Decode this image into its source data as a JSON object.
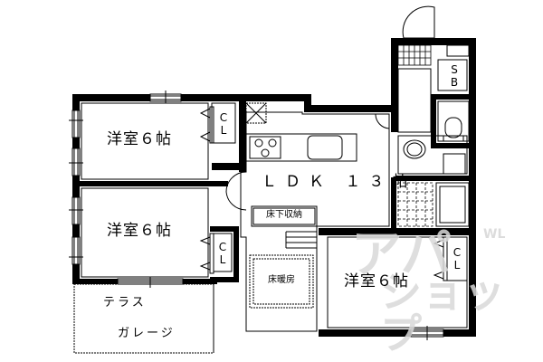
{
  "plan": {
    "rooms": [
      {
        "id": "western-room-1",
        "label": "洋室６帖"
      },
      {
        "id": "western-room-2",
        "label": "洋室６帖"
      },
      {
        "id": "western-room-3",
        "label": "洋室６帖"
      },
      {
        "id": "ldk",
        "label": "ＬＤＫ １３帖"
      }
    ],
    "closets": [
      {
        "id": "closet-1",
        "top": "C",
        "bottom": "L"
      },
      {
        "id": "closet-2",
        "top": "C",
        "bottom": "L"
      },
      {
        "id": "closet-3",
        "top": "C",
        "bottom": "L"
      }
    ],
    "shoe_box": {
      "top": "S",
      "bottom": "B"
    },
    "underfloor_storage": "床下収納",
    "floor_heating": "床暖房",
    "terrace": "テラス",
    "garage": "ガレージ",
    "colors": {
      "wall": "#000000",
      "background": "#ffffff",
      "watermark": "#d9d9d9"
    }
  },
  "watermark": {
    "line1": "アパ",
    "line2": "ショップ",
    "small": "WL"
  }
}
